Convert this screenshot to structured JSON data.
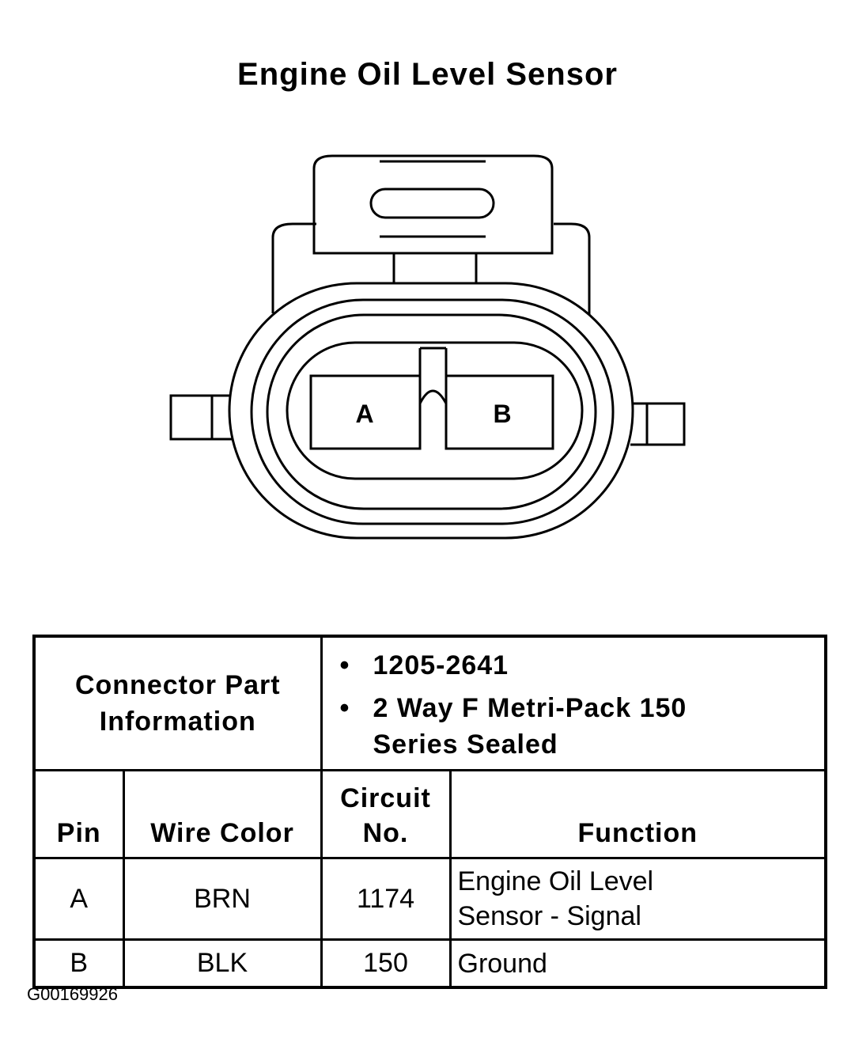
{
  "title": "Engine Oil Level Sensor",
  "connector": {
    "pin_a_label": "A",
    "pin_b_label": "B"
  },
  "table": {
    "part_info_label_line1": "Connector Part",
    "part_info_label_line2": "Information",
    "part_info_values": [
      "1205-2641",
      "2 Way F Metri-Pack 150 Series Sealed"
    ],
    "headers": {
      "pin": "Pin",
      "wire_color": "Wire Color",
      "circuit_line1": "Circuit",
      "circuit_line2": "No.",
      "function": "Function"
    },
    "rows": [
      {
        "pin": "A",
        "wire_color": "BRN",
        "circuit": "1174",
        "function_line1": "Engine Oil Level",
        "function_line2": "Sensor - Signal"
      },
      {
        "pin": "B",
        "wire_color": "BLK",
        "circuit": "150",
        "function_line1": "Ground",
        "function_line2": ""
      }
    ]
  },
  "figure_id": "G00169926"
}
